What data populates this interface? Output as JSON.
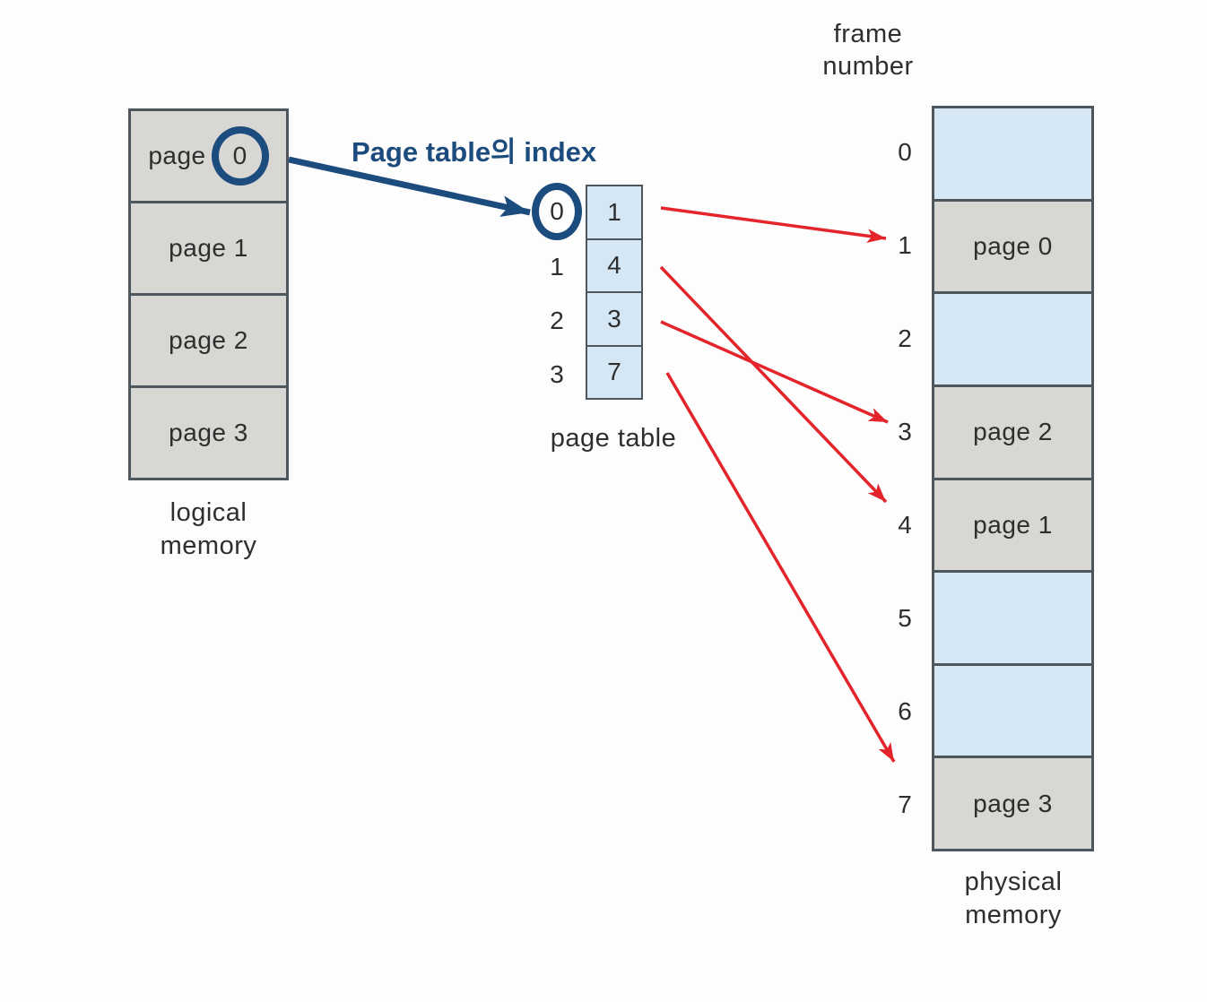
{
  "annotation": {
    "text": "Page table의 index"
  },
  "logical_memory": {
    "label": "logical\nmemory",
    "page0_prefix": "page",
    "page0_digit": "0",
    "cells": [
      "page 0",
      "page 1",
      "page 2",
      "page 3"
    ]
  },
  "page_table": {
    "label": "page table",
    "entries": [
      {
        "index": "0",
        "value": "1"
      },
      {
        "index": "1",
        "value": "4"
      },
      {
        "index": "2",
        "value": "3"
      },
      {
        "index": "3",
        "value": "7"
      }
    ]
  },
  "physical_memory": {
    "heading": "frame\nnumber",
    "label": "physical\nmemory",
    "frames": [
      {
        "number": "0",
        "content": ""
      },
      {
        "number": "1",
        "content": "page 0"
      },
      {
        "number": "2",
        "content": ""
      },
      {
        "number": "3",
        "content": "page 2"
      },
      {
        "number": "4",
        "content": "page 1"
      },
      {
        "number": "5",
        "content": ""
      },
      {
        "number": "6",
        "content": ""
      },
      {
        "number": "7",
        "content": "page 3"
      }
    ]
  },
  "mappings": [
    {
      "page": "0",
      "frame": "1"
    },
    {
      "page": "1",
      "frame": "4"
    },
    {
      "page": "2",
      "frame": "3"
    },
    {
      "page": "3",
      "frame": "7"
    }
  ],
  "colors": {
    "navy": "#1c4b7d",
    "red": "#e3242b",
    "cell_blue": "#d5e7f4",
    "cell_gray": "#d8d7d3",
    "border": "#4d565c",
    "text": "#2e2e2e",
    "background": "#fdfdfd"
  }
}
